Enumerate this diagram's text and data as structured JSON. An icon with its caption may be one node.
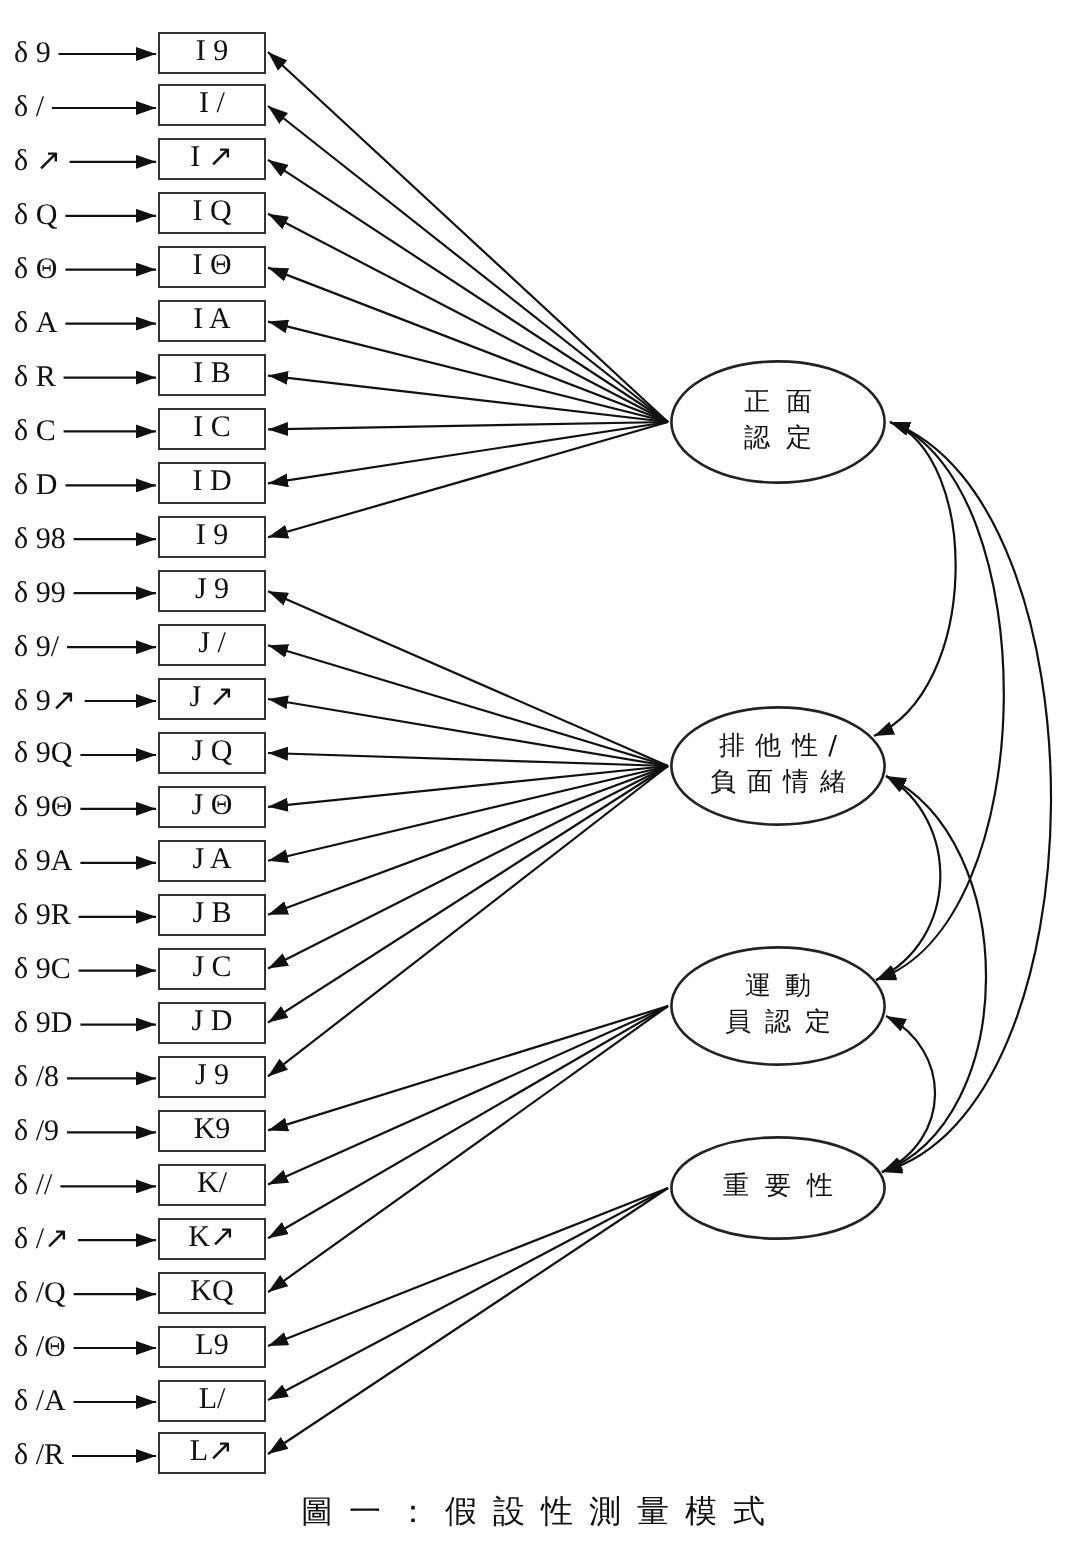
{
  "diagram": {
    "caption": "圖一：假設性測量模式",
    "nodes": [
      {
        "text": [
          "δ 9"
        ]
      },
      {
        "text": [
          "δ /"
        ]
      },
      {
        "text": [
          "δ ↗"
        ]
      },
      {
        "text": [
          "δ Q"
        ]
      },
      {
        "text": [
          "δ Θ"
        ]
      },
      {
        "text": [
          "δ A"
        ]
      },
      {
        "text": [
          "δ R"
        ]
      },
      {
        "text": [
          "δ C"
        ]
      },
      {
        "text": [
          "δ D"
        ]
      },
      {
        "text": [
          "δ 98"
        ]
      },
      {
        "text": [
          "δ 99"
        ]
      },
      {
        "text": [
          "δ 9/"
        ]
      },
      {
        "text": [
          "δ 9↗"
        ]
      },
      {
        "text": [
          "δ 9Q"
        ]
      },
      {
        "text": [
          "δ 9Θ"
        ]
      },
      {
        "text": [
          "δ 9A"
        ]
      },
      {
        "text": [
          "δ 9R"
        ]
      },
      {
        "text": [
          "δ 9C"
        ]
      },
      {
        "text": [
          "δ 9D"
        ]
      },
      {
        "text": [
          "δ /8"
        ]
      },
      {
        "text": [
          "δ /9"
        ]
      },
      {
        "text": [
          "δ //"
        ]
      },
      {
        "text": [
          "δ /↗"
        ]
      },
      {
        "text": [
          "δ /Q"
        ]
      },
      {
        "text": [
          "δ /Θ"
        ]
      },
      {
        "text": [
          "δ /A"
        ]
      },
      {
        "text": [
          "δ /R"
        ]
      },
      {
        "text": [
          "I 9"
        ]
      },
      {
        "text": [
          "I /"
        ]
      },
      {
        "text": [
          "I ↗"
        ]
      },
      {
        "text": [
          "I Q"
        ]
      },
      {
        "text": [
          "I Θ"
        ]
      },
      {
        "text": [
          "I A"
        ]
      },
      {
        "text": [
          "I B"
        ]
      },
      {
        "text": [
          "I C"
        ]
      },
      {
        "text": [
          "I D"
        ]
      },
      {
        "text": [
          "I 9"
        ]
      },
      {
        "text": [
          "J 9"
        ]
      },
      {
        "text": [
          "J /"
        ]
      },
      {
        "text": [
          "J ↗"
        ]
      },
      {
        "text": [
          "J Q"
        ]
      },
      {
        "text": [
          "J Θ"
        ]
      },
      {
        "text": [
          "J A"
        ]
      },
      {
        "text": [
          "J B"
        ]
      },
      {
        "text": [
          "J C"
        ]
      },
      {
        "text": [
          "J D"
        ]
      },
      {
        "text": [
          "J 9"
        ]
      },
      {
        "text": [
          "K9"
        ]
      },
      {
        "text": [
          "K/"
        ]
      },
      {
        "text": [
          "K↗"
        ]
      },
      {
        "text": [
          "KQ"
        ]
      },
      {
        "text": [
          "L9"
        ]
      },
      {
        "text": [
          "L/"
        ]
      },
      {
        "text": [
          "L↗"
        ]
      },
      {
        "text": [
          "正面認定"
        ]
      },
      {
        "text": [
          "排他性/負面情緒"
        ]
      },
      {
        "text": [
          "運動員認定"
        ]
      },
      {
        "text": [
          "重要性"
        ]
      }
    ],
    "edges": [
      {
        "from": 0,
        "to": 27,
        "arrow": "to"
      },
      {
        "from": 1,
        "to": 28,
        "arrow": "to"
      },
      {
        "from": 2,
        "to": 29,
        "arrow": "to"
      },
      {
        "from": 3,
        "to": 30,
        "arrow": "to"
      },
      {
        "from": 4,
        "to": 31,
        "arrow": "to"
      },
      {
        "from": 5,
        "to": 32,
        "arrow": "to"
      },
      {
        "from": 6,
        "to": 33,
        "arrow": "to"
      },
      {
        "from": 7,
        "to": 34,
        "arrow": "to"
      },
      {
        "from": 8,
        "to": 35,
        "arrow": "to"
      },
      {
        "from": 9,
        "to": 36,
        "arrow": "to"
      },
      {
        "from": 10,
        "to": 37,
        "arrow": "to"
      },
      {
        "from": 11,
        "to": 38,
        "arrow": "to"
      },
      {
        "from": 12,
        "to": 39,
        "arrow": "to"
      },
      {
        "from": 13,
        "to": 40,
        "arrow": "to"
      },
      {
        "from": 14,
        "to": 41,
        "arrow": "to"
      },
      {
        "from": 15,
        "to": 42,
        "arrow": "to"
      },
      {
        "from": 16,
        "to": 43,
        "arrow": "to"
      },
      {
        "from": 17,
        "to": 44,
        "arrow": "to"
      },
      {
        "from": 18,
        "to": 45,
        "arrow": "to"
      },
      {
        "from": 19,
        "to": 46,
        "arrow": "to"
      },
      {
        "from": 20,
        "to": 47,
        "arrow": "to"
      },
      {
        "from": 21,
        "to": 48,
        "arrow": "to"
      },
      {
        "from": 22,
        "to": 49,
        "arrow": "to"
      },
      {
        "from": 23,
        "to": 50,
        "arrow": "to"
      },
      {
        "from": 24,
        "to": 51,
        "arrow": "to"
      },
      {
        "from": 25,
        "to": 52,
        "arrow": "to"
      },
      {
        "from": 26,
        "to": 53,
        "arrow": "to"
      },
      {
        "from": 54,
        "to": 27,
        "arrow": "to"
      },
      {
        "from": 54,
        "to": 28,
        "arrow": "to"
      },
      {
        "from": 54,
        "to": 29,
        "arrow": "to"
      },
      {
        "from": 54,
        "to": 30,
        "arrow": "to"
      },
      {
        "from": 54,
        "to": 31,
        "arrow": "to"
      },
      {
        "from": 54,
        "to": 32,
        "arrow": "to"
      },
      {
        "from": 54,
        "to": 33,
        "arrow": "to"
      },
      {
        "from": 54,
        "to": 34,
        "arrow": "to"
      },
      {
        "from": 54,
        "to": 35,
        "arrow": "to"
      },
      {
        "from": 54,
        "to": 36,
        "arrow": "to"
      },
      {
        "from": 55,
        "to": 37,
        "arrow": "to"
      },
      {
        "from": 55,
        "to": 38,
        "arrow": "to"
      },
      {
        "from": 55,
        "to": 39,
        "arrow": "to"
      },
      {
        "from": 55,
        "to": 40,
        "arrow": "to"
      },
      {
        "from": 55,
        "to": 41,
        "arrow": "to"
      },
      {
        "from": 55,
        "to": 42,
        "arrow": "to"
      },
      {
        "from": 55,
        "to": 43,
        "arrow": "to"
      },
      {
        "from": 55,
        "to": 44,
        "arrow": "to"
      },
      {
        "from": 55,
        "to": 45,
        "arrow": "to"
      },
      {
        "from": 55,
        "to": 46,
        "arrow": "to"
      },
      {
        "from": 56,
        "to": 47,
        "arrow": "to"
      },
      {
        "from": 56,
        "to": 48,
        "arrow": "to"
      },
      {
        "from": 56,
        "to": 49,
        "arrow": "to"
      },
      {
        "from": 56,
        "to": 50,
        "arrow": "to"
      },
      {
        "from": 57,
        "to": 51,
        "arrow": "to"
      },
      {
        "from": 57,
        "to": 52,
        "arrow": "to"
      },
      {
        "from": 57,
        "to": 53,
        "arrow": "to"
      },
      {
        "from": 54,
        "to": 55,
        "arrow": "both"
      },
      {
        "from": 54,
        "to": 56,
        "arrow": "both"
      },
      {
        "from": 54,
        "to": 57,
        "arrow": "both"
      },
      {
        "from": 55,
        "to": 56,
        "arrow": "both"
      },
      {
        "from": 55,
        "to": 57,
        "arrow": "both"
      },
      {
        "from": 56,
        "to": 57,
        "arrow": "both"
      }
    ]
  }
}
